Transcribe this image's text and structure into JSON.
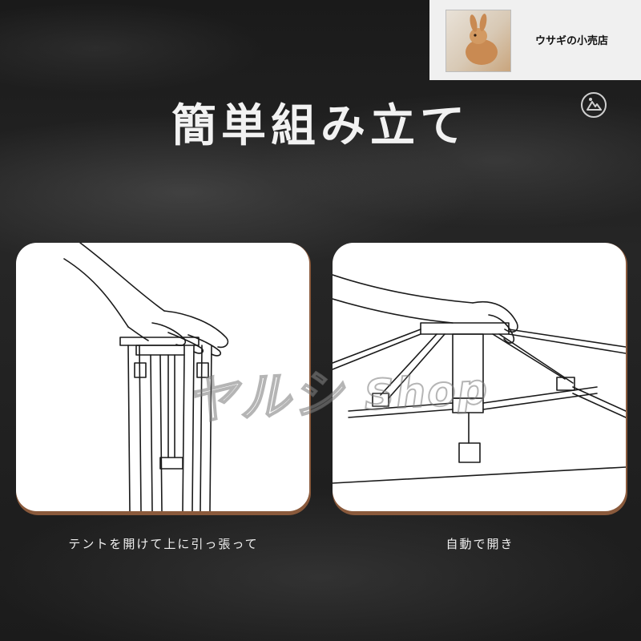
{
  "title": "簡単組み立て",
  "store": {
    "name": "ウサギの小売店"
  },
  "steps": [
    {
      "caption": "テントを開けて上に引っ張って"
    },
    {
      "caption": "自動で開き"
    }
  ],
  "watermark": {
    "main": "ヤルシ",
    "sub": "Shop"
  },
  "colors": {
    "accent": "#8a5a3c",
    "background": "#1d1d1d",
    "panel": "#ffffff"
  },
  "icons": {
    "side": "mountain-badge-icon"
  }
}
